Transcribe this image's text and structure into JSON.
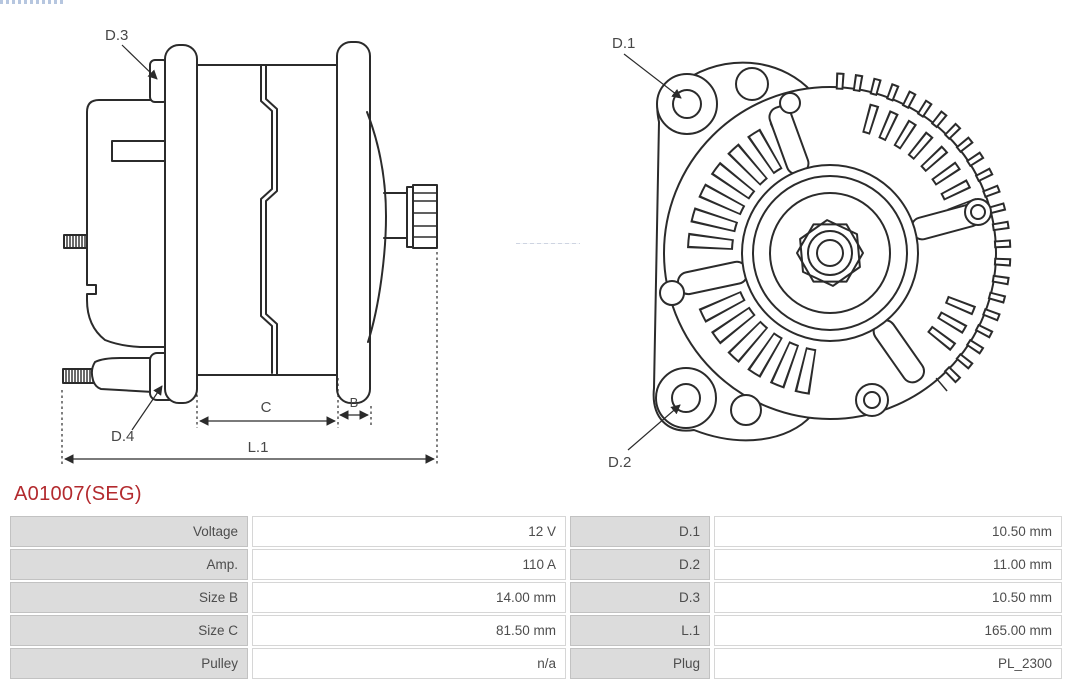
{
  "part_number": "A01007(SEG)",
  "diagram_labels": {
    "d1": "D.1",
    "d2": "D.2",
    "d3": "D.3",
    "d4": "D.4",
    "b": "B",
    "c": "C",
    "l1": "L.1"
  },
  "spec_table": {
    "rows": [
      {
        "label_left": "Voltage",
        "value_left": "12 V",
        "label_right": "D.1",
        "value_right": "10.50 mm"
      },
      {
        "label_left": "Amp.",
        "value_left": "110 A",
        "label_right": "D.2",
        "value_right": "11.00 mm"
      },
      {
        "label_left": "Size B",
        "value_left": "14.00 mm",
        "label_right": "D.3",
        "value_right": "10.50 mm"
      },
      {
        "label_left": "Size C",
        "value_left": "81.50 mm",
        "label_right": "L.1",
        "value_right": "165.00 mm"
      },
      {
        "label_left": "Pulley",
        "value_left": "n/a",
        "label_right": "Plug",
        "value_right": "PL_2300"
      }
    ]
  },
  "colors": {
    "accent_red": "#b32a2e",
    "diagram_line": "#2b2b2b",
    "label_cell_bg": "#dcdcdc",
    "cell_border": "#c9c9c9",
    "text_gray": "#4d4d4d"
  }
}
